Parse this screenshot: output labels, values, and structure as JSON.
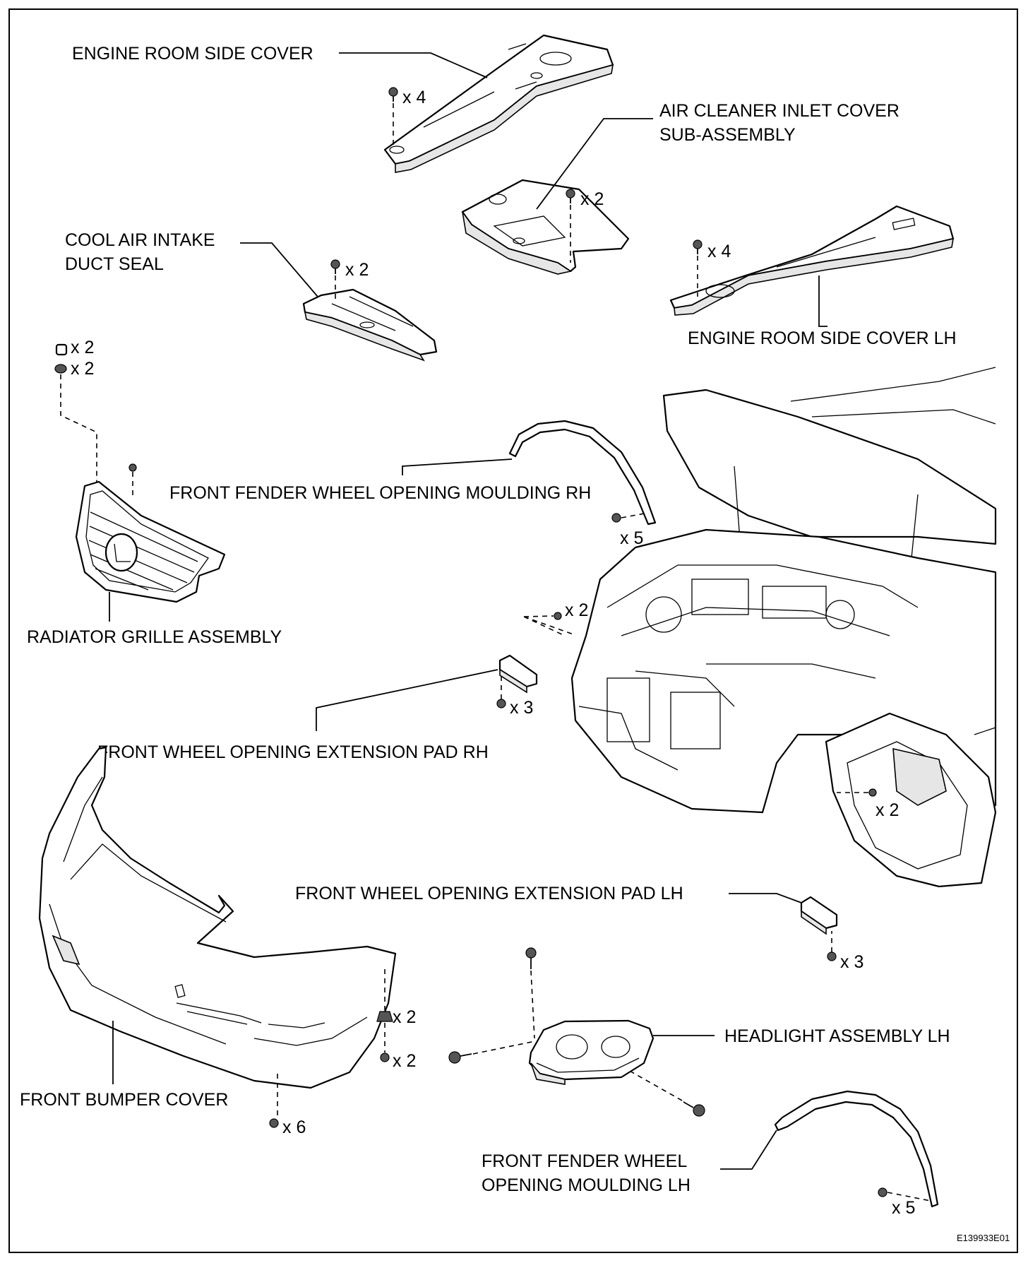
{
  "labels": {
    "engine_room_side_cover": "ENGINE ROOM SIDE COVER",
    "air_cleaner_inlet_cover_line1": "AIR CLEANER INLET COVER",
    "air_cleaner_inlet_cover_line2": "SUB-ASSEMBLY",
    "cool_air_intake_line1": "COOL AIR INTAKE",
    "cool_air_intake_line2": "DUCT SEAL",
    "engine_room_side_cover_lh": "ENGINE ROOM SIDE COVER LH",
    "front_fender_moulding_rh": "FRONT FENDER WHEEL OPENING MOULDING RH",
    "radiator_grille": "RADIATOR GRILLE ASSEMBLY",
    "front_wheel_pad_rh": "FRONT WHEEL OPENING EXTENSION PAD RH",
    "front_wheel_pad_lh": "FRONT WHEEL OPENING EXTENSION PAD LH",
    "headlight_lh": "HEADLIGHT ASSEMBLY LH",
    "front_bumper_cover": "FRONT BUMPER COVER",
    "front_fender_moulding_lh_line1": "FRONT FENDER WHEEL",
    "front_fender_moulding_lh_line2": "OPENING MOULDING LH"
  },
  "quantities": {
    "side_cover_clips": "x 4",
    "air_cleaner_clips": "x 2",
    "cool_air_clips": "x 2",
    "side_cover_lh_clips": "x 4",
    "grille_pins": "x 2",
    "grille_clips": "x 2",
    "moulding_rh_screws": "x 5",
    "body_clips": "x 2",
    "pad_rh_clips": "x 3",
    "fender_clips": "x 2",
    "pad_lh_clips": "x 3",
    "bumper_pins": "x 2",
    "bumper_screws": "x 2",
    "bumper_lower_clips": "x 6",
    "moulding_lh_screws": "x 5"
  },
  "reference_code": "E139933E01"
}
